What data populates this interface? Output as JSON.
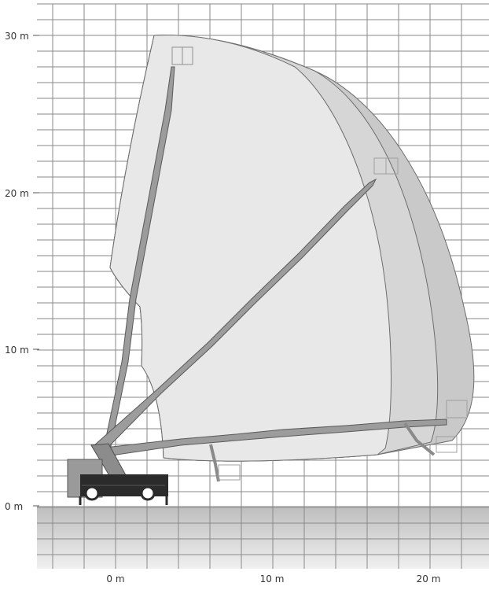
{
  "diagram": {
    "y_axis_labels": [
      "30 m",
      "20 m",
      "10 m",
      "0 m"
    ],
    "x_axis_labels": [
      "0 m",
      "10 m",
      "20 m"
    ],
    "colors": {
      "grid": "#8a8a8a",
      "ground_top": "#bdbdbd",
      "ground_bottom": "#ececec",
      "envelope_outer": "#c9c9c9",
      "envelope_middle": "#d8d8d8",
      "envelope_inner": "#e6e6e6",
      "envelope_stroke": "#6e6e6e",
      "boom": "#9c9c9c",
      "boom_stroke": "#5a5a5a",
      "truck_body": "#2b2b2b",
      "truck_cab": "#9a9a9a"
    }
  }
}
